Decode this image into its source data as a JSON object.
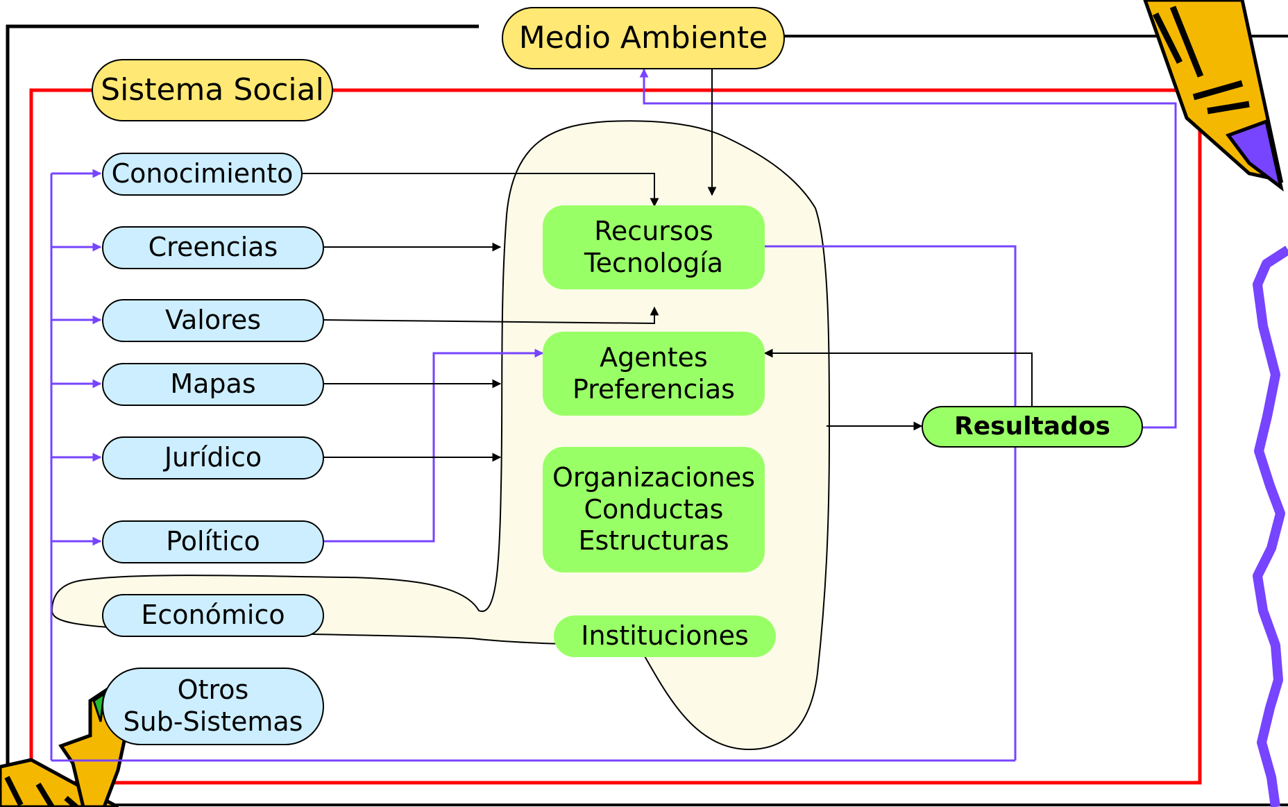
{
  "title": "Medio Ambiente",
  "system_label": "Sistema Social",
  "subsystems": [
    "Conocimiento",
    "Creencias",
    "Valores",
    "Mapas",
    "Jurídico",
    "Político",
    "Económico"
  ],
  "other_subsystems": [
    "Otros",
    "Sub-Sistemas"
  ],
  "core": {
    "resources": [
      "Recursos",
      "Tecnología"
    ],
    "agents": [
      "Agentes",
      "Preferencias"
    ],
    "organizations": [
      "Organizaciones",
      "Conductas",
      "Estructuras"
    ],
    "institutions": "Instituciones"
  },
  "results": "Resultados",
  "colors": {
    "yellow_box": "#ffe873",
    "subsystem_box": "#cceeff",
    "core_box": "#99ff66",
    "core_area": "#fdfbe8",
    "system_frame": "#ff0000",
    "feedback_lines": "#7744ff",
    "influence_lines": "#000000"
  }
}
